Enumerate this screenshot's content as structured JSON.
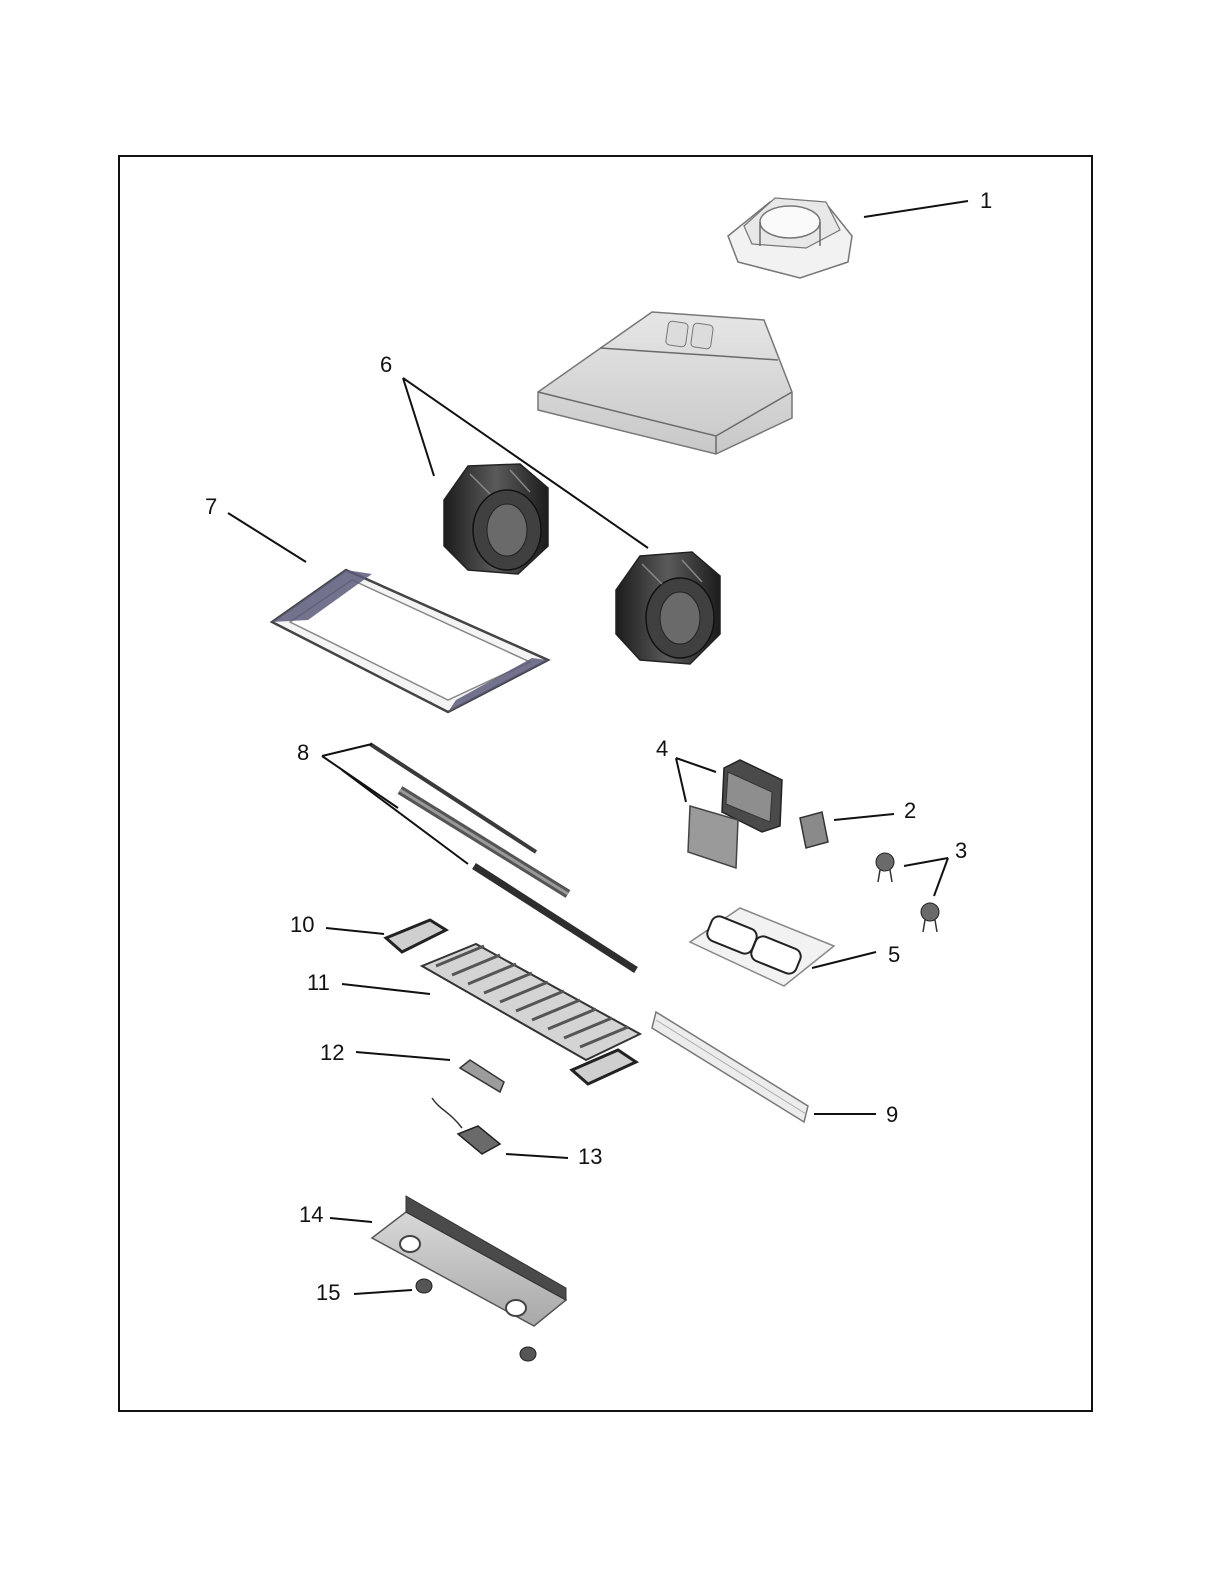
{
  "colors": {
    "frame": "#111111",
    "part_light": "#e4e4e4",
    "part_mid": "#bcbcbc",
    "part_dark": "#3a3a3a",
    "motor_dark": "#2a2a2a",
    "filter_gray": "#9a9a9a",
    "trim_purple": "#5a5a7a"
  },
  "callouts": {
    "c1": "1",
    "c2": "2",
    "c3": "3",
    "c4": "4",
    "c5": "5",
    "c6": "6",
    "c7": "7",
    "c8": "8",
    "c9": "9",
    "c10": "10",
    "c11": "11",
    "c12": "12",
    "c13": "13",
    "c14": "14",
    "c15": "15"
  }
}
